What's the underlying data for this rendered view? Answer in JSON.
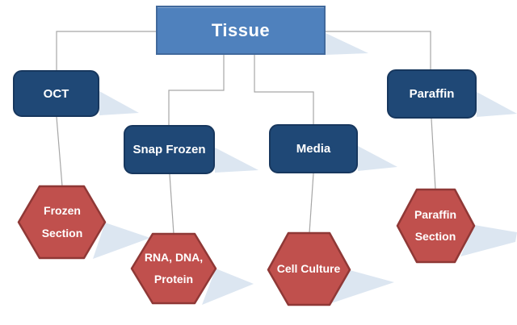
{
  "diagram": {
    "nodes": {
      "tissue": {
        "label": "Tissue"
      },
      "oct": {
        "label": "OCT"
      },
      "snap_frozen": {
        "label": "Snap Frozen"
      },
      "media": {
        "label": "Media"
      },
      "paraffin": {
        "label": "Paraffin"
      },
      "frozen_section": {
        "label": "Frozen Section"
      },
      "rna_dna_protein": {
        "label": "RNA, DNA, Protein"
      },
      "cell_culture": {
        "label": "Cell Culture"
      },
      "paraffin_section": {
        "label": "Paraffin Section"
      }
    },
    "edges": [
      {
        "from": "Tissue",
        "to": "OCT"
      },
      {
        "from": "Tissue",
        "to": "Snap Frozen"
      },
      {
        "from": "Tissue",
        "to": "Media"
      },
      {
        "from": "Tissue",
        "to": "Paraffin"
      },
      {
        "from": "OCT",
        "to": "Frozen Section"
      },
      {
        "from": "Snap Frozen",
        "to": "RNA, DNA, Protein"
      },
      {
        "from": "Media",
        "to": "Cell Culture"
      },
      {
        "from": "Paraffin",
        "to": "Paraffin Section"
      }
    ],
    "colors": {
      "root_fill": "#4f81bd",
      "root_border": "#41699c",
      "branch_fill": "#1f4876",
      "branch_border": "#17375e",
      "hex_fill": "#c0504d",
      "hex_border": "#8f3836",
      "shadow": "#dce6f1",
      "connector": "#a6a6a6",
      "label_text": "#ffffff",
      "background": "#ffffff"
    }
  }
}
